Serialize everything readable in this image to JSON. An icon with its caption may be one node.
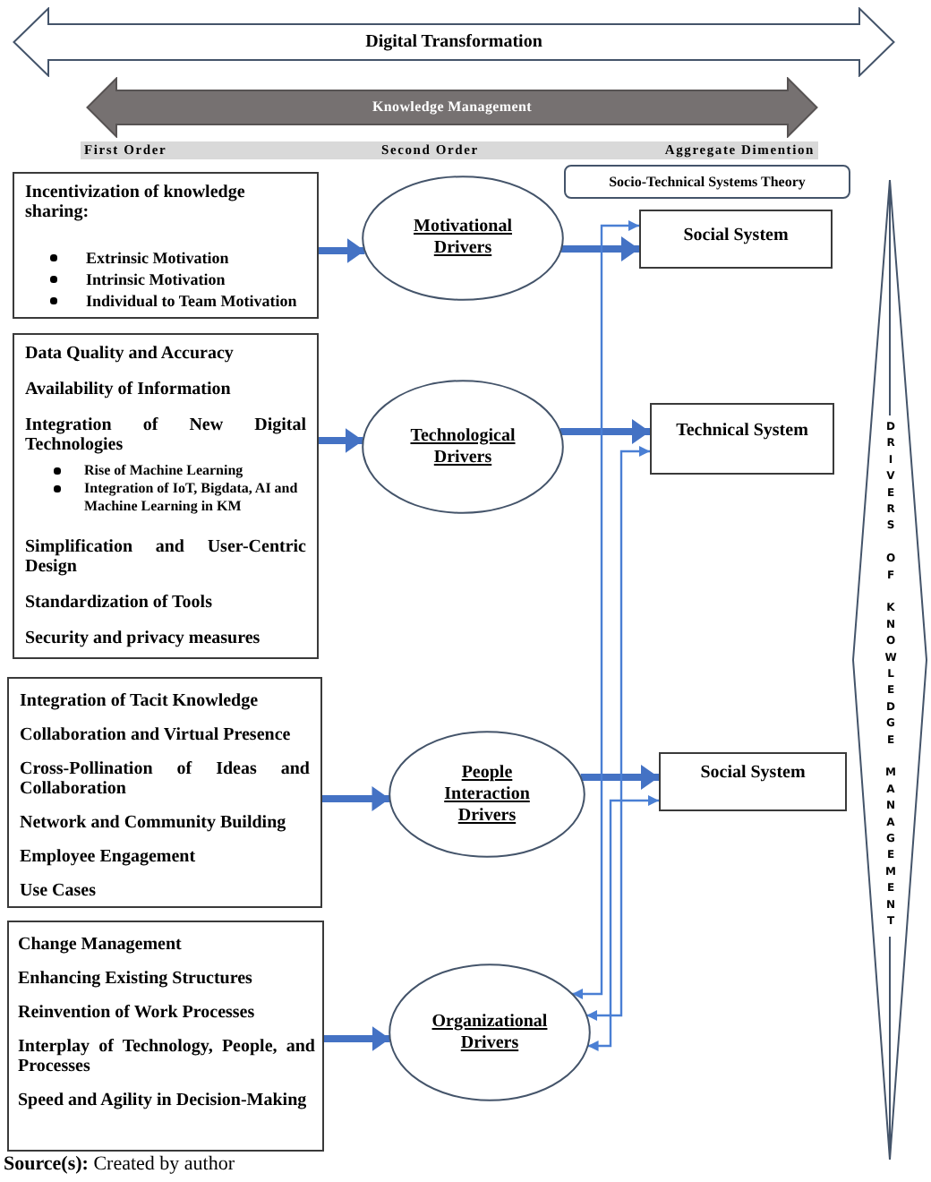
{
  "diagram": {
    "nodes": [
      {
        "text": [
          "Digital Transformation"
        ]
      },
      {
        "text": [
          "Knowledge Management"
        ]
      },
      {
        "text": [
          "First Order",
          "Second Order",
          "Aggregate Dimention"
        ]
      },
      {
        "text": [
          "Socio-Technical Systems Theory"
        ]
      },
      {
        "text": [
          "Incentivization of knowledge sharing:",
          "Extrinsic Motivation",
          "Intrinsic Motivation",
          "Individual to Team Motivation"
        ]
      },
      {
        "text": [
          "Motivational Drivers"
        ]
      },
      {
        "text": [
          "Social System"
        ]
      },
      {
        "text": [
          "Data Quality and Accuracy",
          "Availability of Information",
          "Integration of New Digital Technologies",
          "Rise of Machine Learning",
          "Integration of IoT, Bigdata, AI and Machine Learning in KM",
          "Simplification and User-Centric Design",
          "Standardization of Tools",
          "Security and privacy measures"
        ]
      },
      {
        "text": [
          "Technological Drivers"
        ]
      },
      {
        "text": [
          "Technical System"
        ]
      },
      {
        "text": [
          "Integration of Tacit Knowledge",
          "Collaboration and Virtual Presence",
          "Cross-Pollination of Ideas and Collaboration",
          "Network and Community Building",
          "Employee Engagement",
          "Use Cases"
        ]
      },
      {
        "text": [
          "People Interaction Drivers"
        ]
      },
      {
        "text": [
          "Social System"
        ]
      },
      {
        "text": [
          "Change Management",
          "Enhancing Existing Structures",
          "Reinvention of Work Processes",
          "Interplay of Technology, People, and Processes",
          "Speed and Agility in Decision-Making"
        ]
      },
      {
        "text": [
          "Organizational Drivers"
        ]
      },
      {
        "text": [
          "DRIVERS OF KNOWLEDGE MANAGEMENT"
        ]
      }
    ],
    "edges": [
      {
        "from": 4,
        "to": 5,
        "arrow": "to"
      },
      {
        "from": 7,
        "to": 8,
        "arrow": "to"
      },
      {
        "from": 10,
        "to": 11,
        "arrow": "to"
      },
      {
        "from": 13,
        "to": 14,
        "arrow": "to"
      },
      {
        "from": 5,
        "to": 6,
        "arrow": "to"
      },
      {
        "from": 8,
        "to": 9,
        "arrow": "to"
      },
      {
        "from": 11,
        "to": 12,
        "arrow": "to"
      },
      {
        "from": 14,
        "to": 6,
        "arrow": "both",
        "color": "#4a7fd4"
      },
      {
        "from": 14,
        "to": 9,
        "arrow": "both",
        "color": "#4a7fd4"
      },
      {
        "from": 14,
        "to": 12,
        "arrow": "both",
        "color": "#4a7fd4"
      }
    ],
    "caption": "**Source(s):** Created by author"
  }
}
